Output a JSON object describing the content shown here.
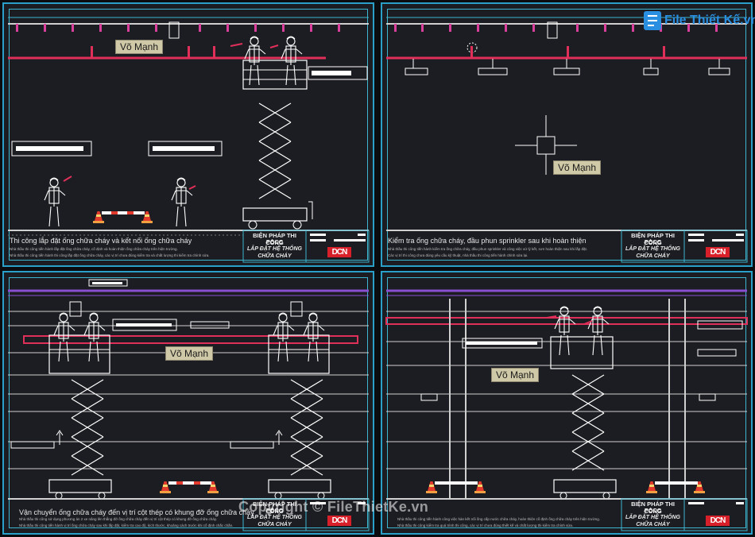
{
  "watermark": {
    "brand": "File Thiết Kế.vn",
    "copyright": "Copyright © FileThietKe.vn"
  },
  "stamp_name": "Võ Mạnh",
  "title_block": {
    "line1": "BIỆN PHÁP THI CÔNG",
    "line2": "PCCC",
    "line3": "LẮP ĐẶT HỆ THỐNG",
    "line4": "CHỮA CHÁY",
    "logo": "DCN"
  },
  "panels": [
    {
      "caption": "Thi công lắp đặt ống chữa cháy và kết nối ống chữa cháy",
      "notes": [
        "Nhà thầu thi công tiến hành lắp đặt ống chữa cháy, cố định và hoàn thiện ống chữa cháy trên hiện trường.",
        "Nhà thầu thi công tiến hành thi công lắp đặt ống chữa cháy, các vị trí chưa đúng kiểm tra và chất lượng thi kiểm tra chính sửa."
      ]
    },
    {
      "caption": "Kiểm tra ống chữa cháy, đầu phun sprinkler sau khi hoàn thiện",
      "notes": [
        "Nhà thầu thi công tiến hành kiểm tra ống chữa cháy, đầu phun sprinkler và công việc xử lý kết, sơn hoàn thiện sau khi lắp đặt.",
        "Các vị trí thi công chưa đúng yêu cầu kỹ thuật, nhà thầu thi công tiến hành chỉnh sửa lại."
      ]
    },
    {
      "caption": "Vận chuyển ống chữa cháy đến vị trí cột thép có khung đỡ ống chữa cháy",
      "notes": [
        "Nhà thầu thi công sử dụng phương án 2 xe nâng lên thẳng đỡ ống chữa cháy đến vị trí cột thép có khung đỡ ống chữa cháy.",
        "Nhà thầu thi công tiến hành vị trí ống chữa cháy sau khi lắp đặt, kiểm tra cao độ, kích thước, khoảng cách trước khi cố định chắc chắn."
      ]
    },
    {
      "caption": "",
      "notes": [
        "Nhà thầu thi công tiến hành công việc hàn kết nối ống cấp nước chữa cháy, hoàn thiện cố định ống chữa cháy trên hiện trường.",
        "Nhà thầu thi công kiểm tra quá trình thi công, các vị trí chưa đúng thiết kế và chất lượng thi kiểm tra chính sửa."
      ]
    }
  ]
}
